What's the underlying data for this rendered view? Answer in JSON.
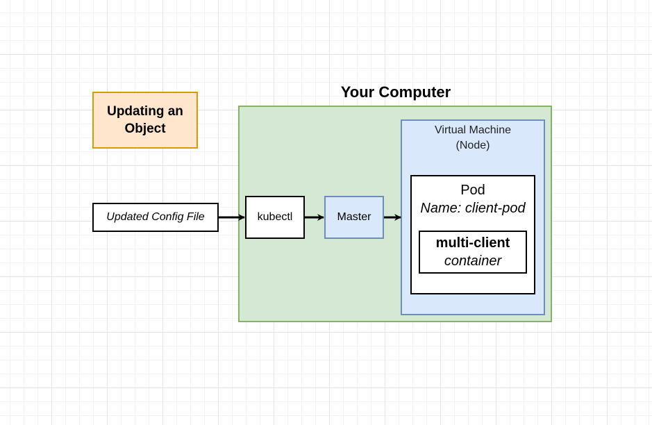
{
  "diagram": {
    "title_box": {
      "line1": "Updating an",
      "line2": "Object"
    },
    "computer": {
      "label": "Your Computer"
    },
    "virtual_machine": {
      "line1": "Virtual Machine",
      "line2": "(Node)"
    },
    "config_file": {
      "label": "Updated Config File"
    },
    "kubectl": {
      "label": "kubectl"
    },
    "master": {
      "label": "Master"
    },
    "pod": {
      "title": "Pod",
      "name": "Name: client-pod"
    },
    "container": {
      "name": "multi-client",
      "type": "container"
    },
    "colors": {
      "title_fill": "#ffe6cc",
      "title_stroke": "#d79b00",
      "computer_fill": "#d5e8d4",
      "computer_stroke": "#82b366",
      "node_fill": "#dae8fc",
      "node_stroke": "#6c8ebf"
    }
  }
}
